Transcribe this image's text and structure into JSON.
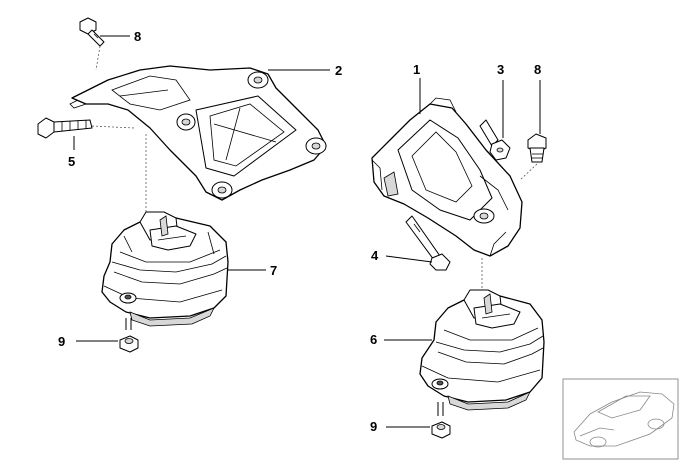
{
  "diagram": {
    "callouts": {
      "c1": "1",
      "c2": "2",
      "c3": "3",
      "c4": "4",
      "c5": "5",
      "c6": "6",
      "c7": "7",
      "c8_left": "8",
      "c8_right": "8",
      "c9_left": "9",
      "c9_right": "9"
    },
    "icons": {
      "bolt": "bolt-icon",
      "bracket": "engine-bracket-icon",
      "mount": "engine-mount-icon",
      "nut": "nut-icon",
      "car": "car-thumbnail-icon"
    }
  }
}
